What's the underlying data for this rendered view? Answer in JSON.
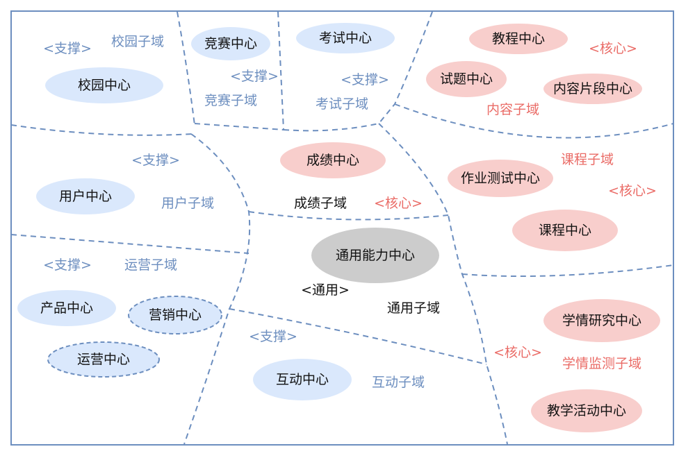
{
  "colors": {
    "border": "#6c8ebf",
    "support_fill": "#dae8fc",
    "core_fill": "#f8cecc",
    "generic_fill": "#cccccc",
    "support_text": "#6c8ebf",
    "core_text": "#ea6b66"
  },
  "centers": {
    "campus": "校园中心",
    "competition": "竞赛中心",
    "exam": "考试中心",
    "tutorial": "教程中心",
    "question": "试题中心",
    "content_fragment": "内容片段中心",
    "user": "用户中心",
    "score": "成绩中心",
    "homework": "作业测试中心",
    "course": "课程中心",
    "general": "通用能力中心",
    "product": "产品中心",
    "marketing": "营销中心",
    "operation": "运营中心",
    "interaction": "互动中心",
    "learning_research": "学情研究中心",
    "teaching_activity": "教学活动中心"
  },
  "subdomains": {
    "campus": "校园子域",
    "competition": "竞赛子域",
    "exam": "考试子域",
    "content": "内容子域",
    "user": "用户子域",
    "score": "成绩子域",
    "course": "课程子域",
    "operation": "运营子域",
    "general": "通用子域",
    "interaction": "互动子域",
    "learning_monitor": "学情监测子域"
  },
  "tags": {
    "support": "<支撑>",
    "core": "<核心>",
    "general": "<通用>"
  }
}
